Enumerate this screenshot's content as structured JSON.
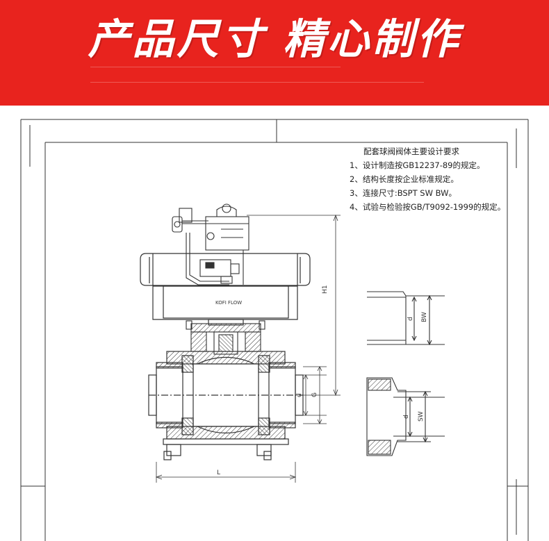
{
  "banner": {
    "title": "产品尺寸 精心制作",
    "background": "#e8231e"
  },
  "notes": {
    "title": "配套球阀阀体主要设计要求",
    "items": [
      "1、设计制造按GB12237-89的规定。",
      "2、结构长度按企业标准规定。",
      "3、连接尺寸:BSPT SW BW。",
      "4、试验与检验按GB/T9092-1999的规定。"
    ]
  },
  "labels": {
    "actuator_brand": "KOFI FLOW",
    "h1": "H1",
    "d": "d",
    "g": "G",
    "l": "L",
    "bw": "BW",
    "sw": "SW"
  }
}
